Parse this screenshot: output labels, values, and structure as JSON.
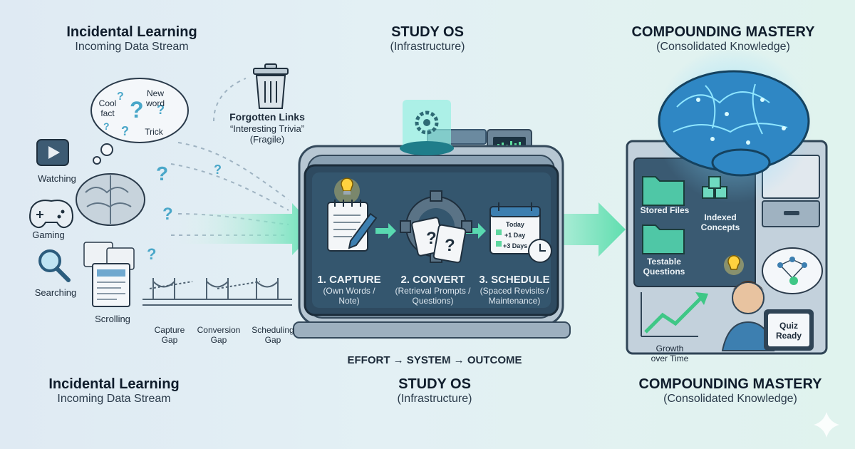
{
  "columns": {
    "left": {
      "title": "Incidental Learning",
      "subtitle": "Incoming Data Stream"
    },
    "middle": {
      "title": "STUDY OS",
      "subtitle": "(Infrastructure)"
    },
    "right": {
      "title": "COMPOUNDING MASTERY",
      "subtitle": "(Consolidated Knowledge)"
    }
  },
  "bottom": {
    "left": {
      "title": "Incidental Learning",
      "subtitle": "Incoming Data Stream"
    },
    "middle": {
      "title": "STUDY OS",
      "subtitle": "(Infrastructure)"
    },
    "right": {
      "title": "COMPOUNDING MASTERY",
      "subtitle": "(Consolidated Knowledge)"
    },
    "flow": "EFFORT → SYSTEM → OUTCOME"
  },
  "thought_bubble": {
    "cool_fact": "Cool fact",
    "new_word": "New word",
    "trick": "Trick"
  },
  "sources": [
    "Watching",
    "Gaming",
    "Searching",
    "Scrolling"
  ],
  "gaps": [
    "Capture Gap",
    "Conversion Gap",
    "Scheduling Gap"
  ],
  "forgotten": {
    "title": "Forgotten Links",
    "line1": "“Interesting Trivia”",
    "line2": "(Fragile)"
  },
  "steps": [
    {
      "title": "1. CAPTURE",
      "desc": "(Own Words / Note)"
    },
    {
      "title": "2. CONVERT",
      "desc": "(Retrieval Prompts / Questions)"
    },
    {
      "title": "3. SCHEDULE",
      "desc": "(Spaced Revisits / Maintenance)"
    }
  ],
  "calendar": {
    "today": "Today",
    "plus1": "+1 Day",
    "plus3": "+3 Days"
  },
  "mastery": {
    "stored_files": "Stored Files",
    "indexed_concepts": "Indexed Concepts",
    "testable_questions": "Testable Questions",
    "growth": "Growth over Time",
    "quiz": "Quiz Ready"
  },
  "colors": {
    "accent": "#2f8fc8",
    "green": "#4cd6a0",
    "machine": "#3b5870"
  }
}
